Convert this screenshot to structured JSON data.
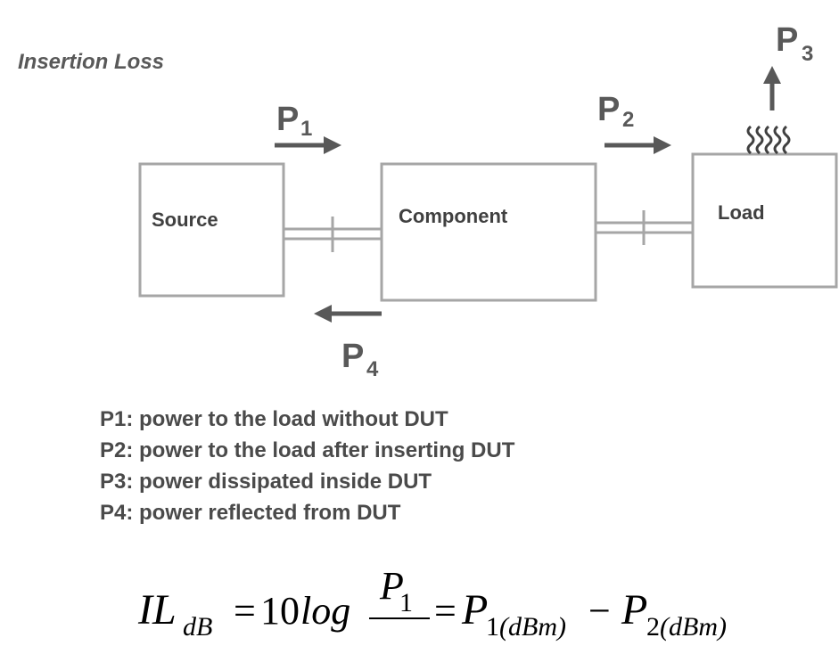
{
  "title": "Insertion Loss",
  "boxes": {
    "source": "Source",
    "component": "Component",
    "load": "Load"
  },
  "powers": [
    {
      "letter": "P",
      "sub": "1"
    },
    {
      "letter": "P",
      "sub": "2"
    },
    {
      "letter": "P",
      "sub": "3"
    },
    {
      "letter": "P",
      "sub": "4"
    }
  ],
  "definitions": [
    "P1: power to the load without DUT",
    "P2: power to the load after inserting DUT",
    "P3: power dissipated inside DUT",
    "P4: power reflected from DUT"
  ],
  "equation": {
    "lhs": "IL",
    "lhs_sub": "dB",
    "eq1": "=",
    "coef": "10",
    "fn": "log",
    "num": "P",
    "num_sub": "1",
    "eq2": "=",
    "t1": "P",
    "t1_sub1": "1",
    "t1_sub2": "(dBm)",
    "minus": "−",
    "t2": "P",
    "t2_sub1": "2",
    "t2_sub2": "(dBm)"
  },
  "colors": {
    "box_stroke": "#a6a6a6",
    "arrow": "#595959",
    "text_dark": "#404040"
  }
}
